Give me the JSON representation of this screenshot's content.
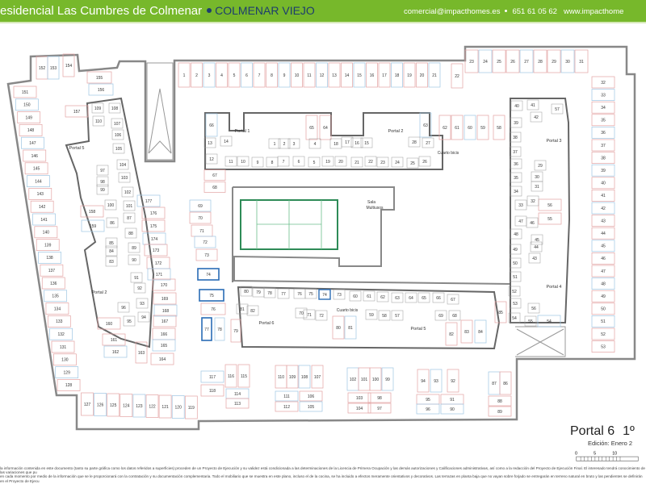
{
  "header": {
    "title": "esidencial Las Cumbres de Colmenar",
    "city": "COLMENAR VIEJO",
    "email": "comercial@impacthomes.es",
    "phone": "651 61 05 62",
    "web": "www.impacthome"
  },
  "plan": {
    "parking": {
      "top_row": [
        "1",
        "2",
        "3",
        "4",
        "5",
        "6",
        "7",
        "8",
        "9",
        "10",
        "11",
        "12",
        "13",
        "14",
        "15",
        "16",
        "17",
        "18",
        "19",
        "20",
        "21"
      ],
      "top_row_end": [
        "22"
      ],
      "top_right": [
        "23",
        "24",
        "25",
        "26",
        "27",
        "28",
        "29",
        "30",
        "31"
      ],
      "right_col": [
        "32",
        "33",
        "34",
        "35",
        "36",
        "37",
        "38",
        "39",
        "40",
        "41",
        "42",
        "43",
        "44",
        "45",
        "46",
        "47",
        "48",
        "49",
        "50",
        "51",
        "52",
        "53"
      ],
      "left_outer": [
        "151",
        "150",
        "149",
        "148",
        "147",
        "146",
        "145",
        "144",
        "143",
        "142",
        "141",
        "140",
        "139",
        "138",
        "137",
        "136",
        "135",
        "134",
        "133",
        "132",
        "131",
        "130",
        "129",
        "128"
      ],
      "top_left": [
        "152",
        "153",
        "154",
        "155",
        "156"
      ],
      "left_inner": [
        "157",
        "158",
        "159",
        "177",
        "176",
        "175",
        "174",
        "173",
        "172",
        "171",
        "170",
        "169",
        "168",
        "167",
        "166",
        "165",
        "164",
        "163",
        "162",
        "161",
        "160"
      ],
      "bottom_row": [
        "127",
        "126",
        "125",
        "124",
        "123",
        "122",
        "121",
        "120",
        "119"
      ],
      "bottom_groups": [
        "117",
        "118",
        "116",
        "115",
        "114",
        "113",
        "110",
        "109",
        "108",
        "107",
        "111",
        "112",
        "106",
        "105",
        "102",
        "101",
        "100",
        "99",
        "103",
        "104",
        "98",
        "97",
        "94",
        "93",
        "92",
        "95",
        "96",
        "91",
        "90",
        "87",
        "86",
        "88",
        "89"
      ],
      "mid_col": [
        "69",
        "70",
        "71",
        "72",
        "73",
        "74",
        "75",
        "76",
        "77",
        "78",
        "79"
      ],
      "courtyard_side": [
        "66",
        "67",
        "68",
        "65",
        "64",
        "63",
        "62",
        "61",
        "60",
        "59",
        "58",
        "80",
        "81",
        "82",
        "83",
        "84",
        "85",
        "56",
        "55",
        "54"
      ]
    },
    "units": {
      "top_building": [
        "13",
        "14",
        "1",
        "2",
        "3",
        "4",
        "18",
        "17",
        "16",
        "15",
        "28",
        "27",
        "12",
        "11",
        "10",
        "9",
        "8",
        "7",
        "6",
        "5",
        "19",
        "20",
        "21",
        "22",
        "23",
        "24",
        "25",
        "26"
      ],
      "left_building": [
        "109",
        "108",
        "110",
        "107",
        "106",
        "105",
        "104",
        "103",
        "97",
        "98",
        "99",
        "102",
        "100",
        "101",
        "87",
        "86",
        "88",
        "85",
        "84",
        "89",
        "83",
        "90",
        "91",
        "92",
        "93",
        "96",
        "95",
        "94"
      ],
      "right_building": [
        "40",
        "41",
        "57",
        "42",
        "39",
        "38",
        "37",
        "36",
        "35",
        "34",
        "33",
        "32",
        "47",
        "46",
        "48",
        "45",
        "44",
        "49",
        "43",
        "50",
        "51",
        "52",
        "53",
        "54",
        "55",
        "56",
        "29",
        "30",
        "31"
      ],
      "bottom_building": [
        "80",
        "79",
        "78",
        "77",
        "76",
        "75",
        "74",
        "73",
        "60",
        "61",
        "62",
        "63",
        "64",
        "65",
        "66",
        "67",
        "81",
        "82",
        "70",
        "71",
        "72",
        "59",
        "58",
        "57",
        "69",
        "68"
      ]
    },
    "highlighted": [
      "74",
      "75",
      "77"
    ],
    "portals": [
      "Portal 1",
      "Portal 2",
      "Portal 3",
      "Portal 4",
      "Portal 5",
      "Portal 6",
      "Portal 5",
      "Portal 2"
    ],
    "rooms": {
      "bike_room": "Cuarto bicis",
      "bike_room_2": "Cuarto bicis",
      "multipurpose_1": "Sala",
      "multipurpose_2": "Multiusos"
    },
    "colors": {
      "court": "#2e8b57",
      "space": "#e3a3a3",
      "space_alt": "#9ec6e3",
      "highlight": "#2a6cb5",
      "wall": "#777777"
    }
  },
  "footer": {
    "portal": "Portal 6",
    "floor": "1º",
    "edition": "Edición: Enero 2",
    "scale": [
      "0",
      "5",
      "10"
    ],
    "disclaimer_1": "la información contenida en este documento (tanto su parte gráfica como los datos referidos a superficies) proceden de un Proyecto de Ejecución y su validez está condicionada a las determinaciones de la Licencia de Primera Ocupación y las demás autorizaciones y Calificaciones administrativas, así como a la redacción del Proyecto de Ejecución Final. El interesado tendrá conocimiento de las variaciones que pu",
    "disclaimer_2": "en cada momento por medio de la información que se le proporcionará con la contratación y su documentación complementaria. Todo el mobiliario que se muestra en este plano, incluso el de la cocina, se ha incluido a efectos meramente orientativos y decorativos. Las terrazas en planta baja que no vayan sobre forjado se entregarán en terreno natural en bruto y las pendientes se definirán en el Proyecto de Ejecu"
  }
}
